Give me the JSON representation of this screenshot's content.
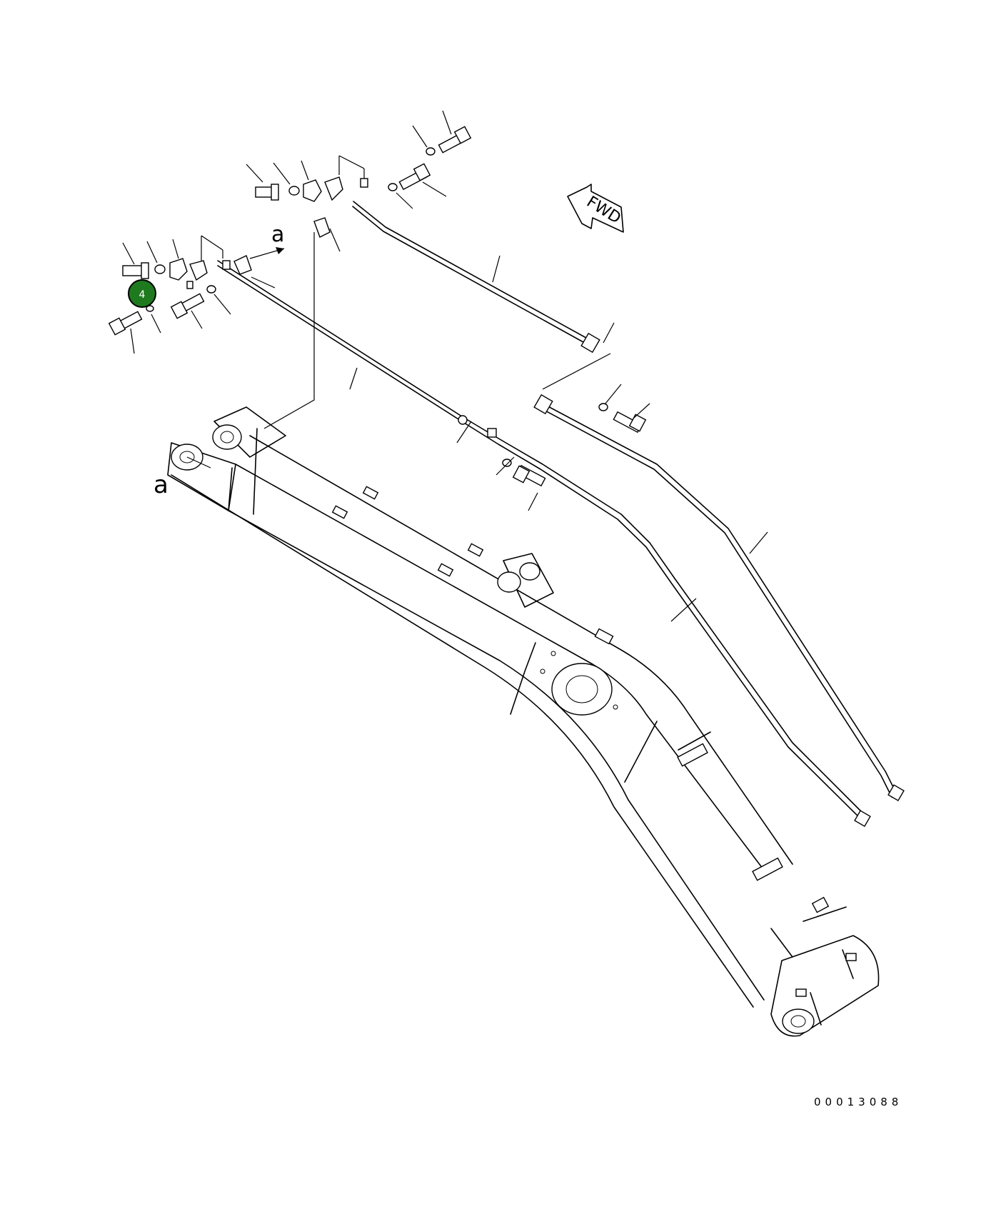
{
  "diagram": {
    "fwd_label": "FWD",
    "view_mark_a_upper": "a",
    "view_mark_a_lower": "a",
    "callout": {
      "number": "4",
      "color": "#1f7a1f"
    },
    "drawing_number": "00013088"
  }
}
